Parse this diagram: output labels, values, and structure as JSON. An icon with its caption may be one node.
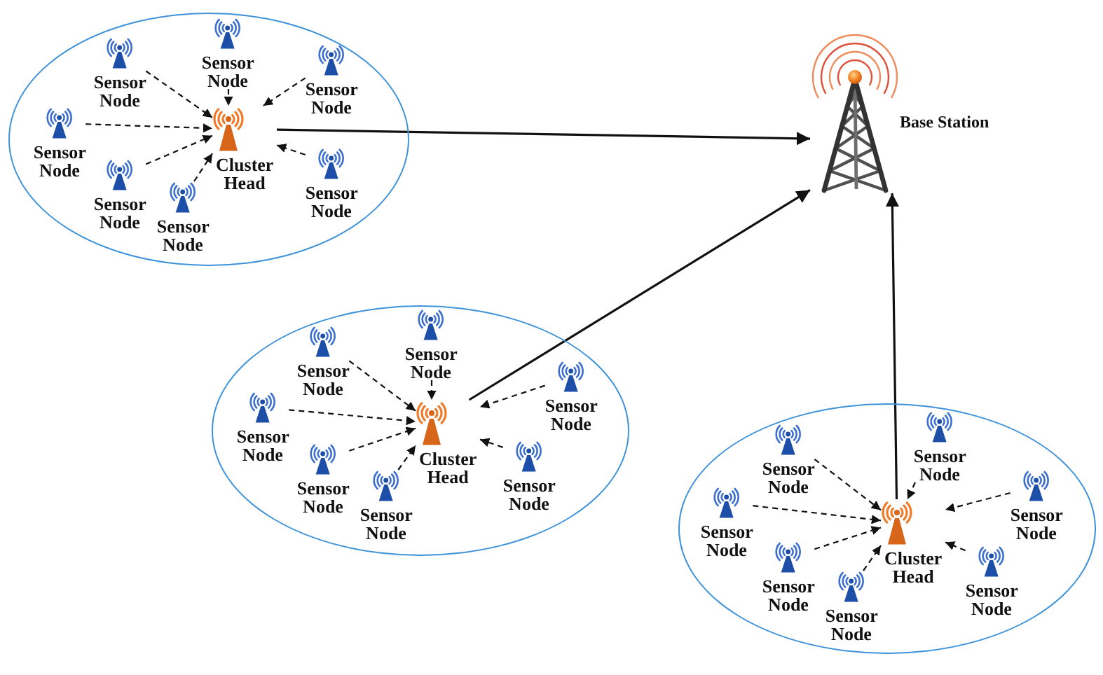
{
  "diagram": {
    "nodes": [
      {
        "text": [],
        "shape": "ellipse"
      },
      {
        "text": [
          "Sensor Node"
        ],
        "in": 0
      },
      {
        "text": [
          "Sensor Node"
        ],
        "in": 0
      },
      {
        "text": [
          "Sensor Node"
        ],
        "in": 0
      },
      {
        "text": [
          "Sensor Node"
        ],
        "in": 0
      },
      {
        "text": [
          "Cluster Head"
        ],
        "in": 0
      },
      {
        "text": [
          "Sensor Node"
        ],
        "in": 0
      },
      {
        "text": [
          "Sensor Node"
        ],
        "in": 0
      },
      {
        "text": [
          "Sensor Node"
        ],
        "in": 0
      },
      {
        "text": [
          "Base Station"
        ]
      },
      {
        "text": [],
        "shape": "ellipse"
      },
      {
        "text": [
          "Sensor Node"
        ],
        "in": 10
      },
      {
        "text": [
          "Sensor Node"
        ],
        "in": 10
      },
      {
        "text": [
          "Sensor Node"
        ],
        "in": 10
      },
      {
        "text": [
          "Sensor Node"
        ],
        "in": 10
      },
      {
        "text": [
          "Cluster Head"
        ],
        "in": 10
      },
      {
        "text": [
          "Sensor Node"
        ],
        "in": 10
      },
      {
        "text": [
          "Sensor Node"
        ],
        "in": 10
      },
      {
        "text": [
          "Sensor Node"
        ],
        "in": 10
      },
      {
        "text": [],
        "shape": "ellipse"
      },
      {
        "text": [
          "Sensor Node"
        ],
        "in": 19
      },
      {
        "text": [
          "Sensor Node"
        ],
        "in": 19
      },
      {
        "text": [
          "Sensor Node"
        ],
        "in": 19
      },
      {
        "text": [
          "Sensor Node"
        ],
        "in": 19
      },
      {
        "text": [
          "Cluster Head"
        ],
        "in": 19
      },
      {
        "text": [
          "Sensor Node"
        ],
        "in": 19
      },
      {
        "text": [
          "Sensor Node"
        ],
        "in": 19
      },
      {
        "text": [
          "Sensor Node"
        ],
        "in": 19
      }
    ],
    "edges": [
      {
        "from": 1,
        "to": 5,
        "arrow": "to",
        "style": "dashed"
      },
      {
        "from": 2,
        "to": 5,
        "arrow": "to",
        "style": "dashed"
      },
      {
        "from": 3,
        "to": 5,
        "arrow": "to",
        "style": "dashed"
      },
      {
        "from": 4,
        "to": 5,
        "arrow": "to",
        "style": "dashed"
      },
      {
        "from": 6,
        "to": 5,
        "arrow": "to",
        "style": "dashed"
      },
      {
        "from": 7,
        "to": 5,
        "arrow": "to",
        "style": "dashed"
      },
      {
        "from": 8,
        "to": 5,
        "arrow": "to",
        "style": "dashed"
      },
      {
        "from": 5,
        "to": 9,
        "arrow": "to"
      },
      {
        "from": 11,
        "to": 15,
        "arrow": "to",
        "style": "dashed"
      },
      {
        "from": 12,
        "to": 15,
        "arrow": "to",
        "style": "dashed"
      },
      {
        "from": 13,
        "to": 15,
        "arrow": "to",
        "style": "dashed"
      },
      {
        "from": 14,
        "to": 15,
        "arrow": "to",
        "style": "dashed"
      },
      {
        "from": 16,
        "to": 15,
        "arrow": "to",
        "style": "dashed"
      },
      {
        "from": 17,
        "to": 15,
        "arrow": "to",
        "style": "dashed"
      },
      {
        "from": 18,
        "to": 15,
        "arrow": "to",
        "style": "dashed"
      },
      {
        "from": 15,
        "to": 9,
        "arrow": "to"
      },
      {
        "from": 20,
        "to": 24,
        "arrow": "to",
        "style": "dashed"
      },
      {
        "from": 21,
        "to": 24,
        "arrow": "to",
        "style": "dashed"
      },
      {
        "from": 22,
        "to": 24,
        "arrow": "to",
        "style": "dashed"
      },
      {
        "from": 23,
        "to": 24,
        "arrow": "to",
        "style": "dashed"
      },
      {
        "from": 25,
        "to": 24,
        "arrow": "to",
        "style": "dashed"
      },
      {
        "from": 26,
        "to": 24,
        "arrow": "to",
        "style": "dashed"
      },
      {
        "from": 27,
        "to": 24,
        "arrow": "to",
        "style": "dashed"
      },
      {
        "from": 24,
        "to": 9,
        "arrow": "to"
      }
    ]
  }
}
